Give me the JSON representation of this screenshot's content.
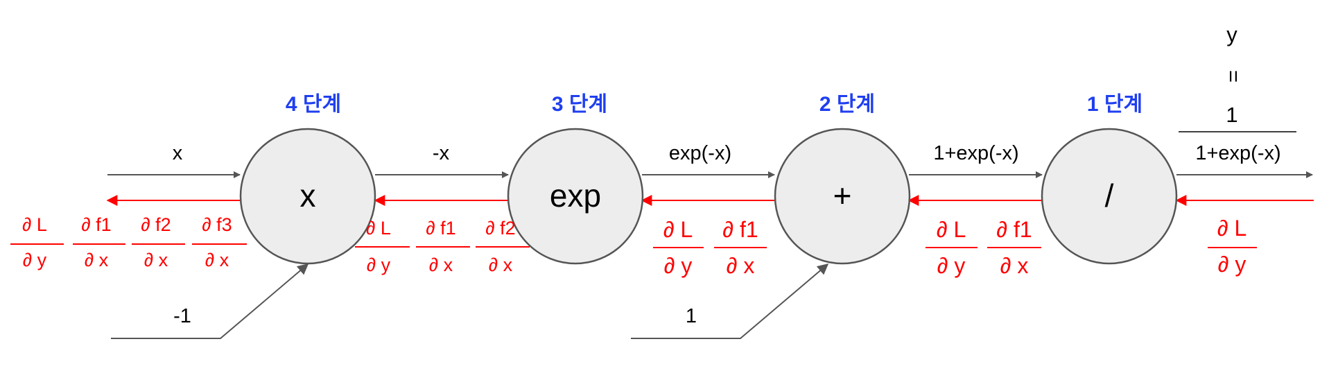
{
  "steps": {
    "step4": "4 단계",
    "step3": "3 단계",
    "step2": "2 단계",
    "step1": "1 단계"
  },
  "nodes": {
    "multiply": "x",
    "exp": "exp",
    "add": "+",
    "divide": "/"
  },
  "edges": {
    "x": "x",
    "neg_x": "-x",
    "exp_neg_x": "exp(-x)",
    "one_plus_exp": "1+exp(-x)",
    "minus_one": "-1",
    "one": "1"
  },
  "output": {
    "y": "y",
    "equals": "=",
    "numerator": "1",
    "denominator": "1+exp(-x)"
  },
  "gradients": {
    "dL": "∂ L",
    "dy": "∂ y",
    "dx": "∂ x",
    "df1": "∂ f1",
    "df2": "∂ f2",
    "df3": "∂ f3"
  },
  "colors": {
    "step_label": "#1f3ff0",
    "gradient": "#ff0000",
    "node_fill": "#ededed",
    "arrow": "#555555"
  }
}
